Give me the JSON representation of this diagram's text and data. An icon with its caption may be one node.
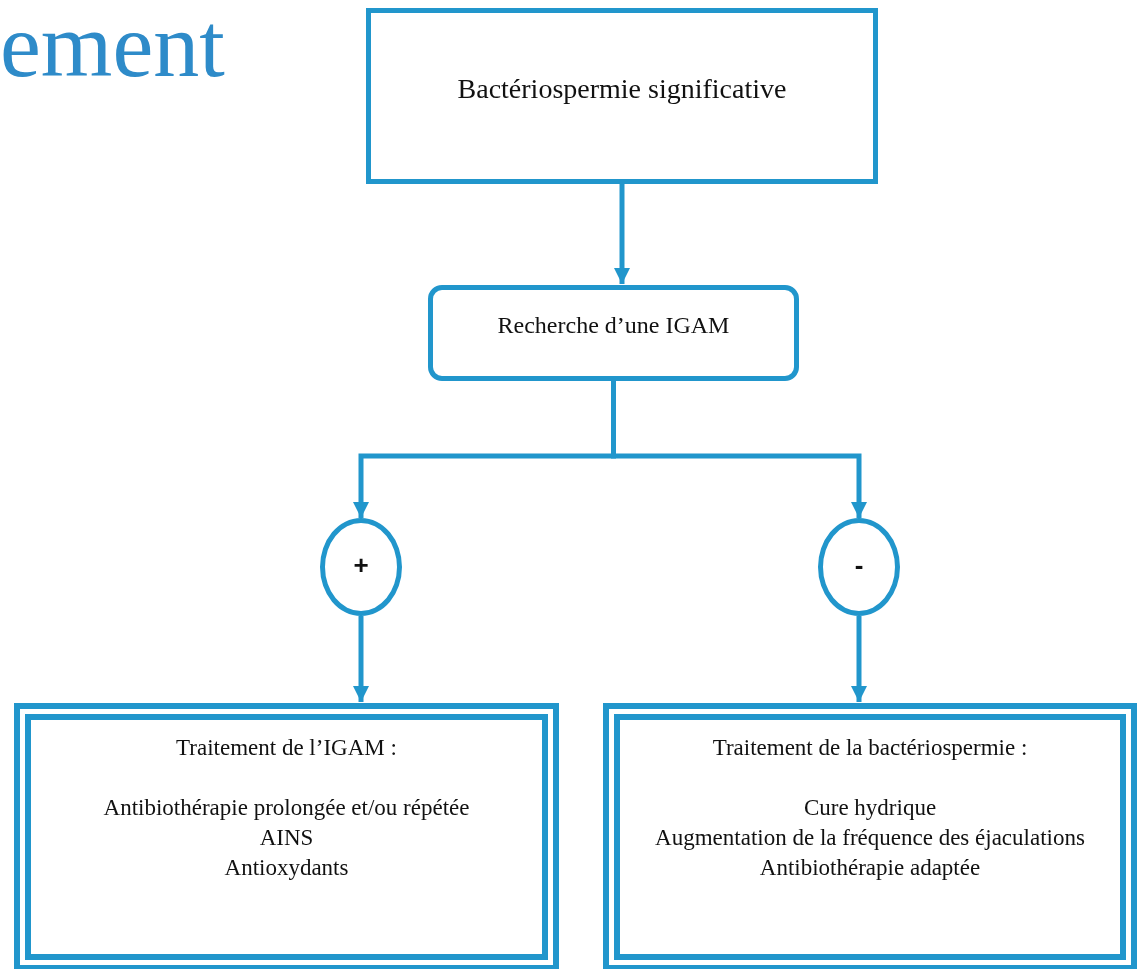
{
  "diagram": {
    "title": "ement",
    "nodes": [
      {
        "text": [
          "Bactériospermie significative"
        ]
      },
      {
        "text": [
          "Recherche d’une IGAM"
        ]
      },
      {
        "text": [
          "+"
        ]
      },
      {
        "text": [
          "-"
        ]
      },
      {
        "text": [
          "Traitement de l’IGAM :",
          "Antibiothérapie prolongée et/ou répétée",
          "AINS",
          "Antioxydants"
        ]
      },
      {
        "text": [
          "Traitement de la bactériospermie :",
          "Cure hydrique",
          "Augmentation de la fréquence des éjaculations",
          "Antibiothérapie adaptée"
        ]
      }
    ],
    "edges": [
      {
        "from": 0,
        "to": 1,
        "arrow": "to"
      },
      {
        "from": 1,
        "to": 2,
        "arrow": "to"
      },
      {
        "from": 1,
        "to": 3,
        "arrow": "to"
      },
      {
        "from": 2,
        "to": 4,
        "arrow": "to"
      },
      {
        "from": 3,
        "to": 5,
        "arrow": "to"
      }
    ]
  }
}
